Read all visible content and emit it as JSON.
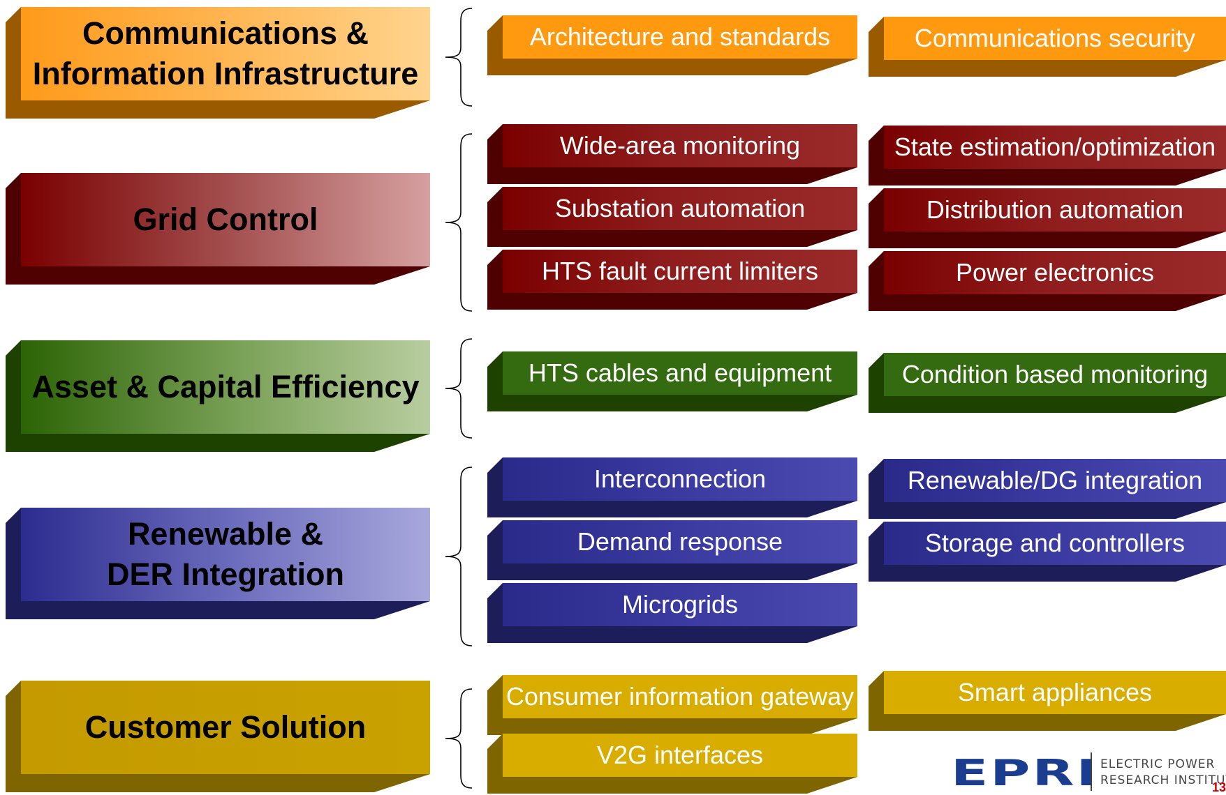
{
  "categories": {
    "comm": {
      "label": "Communications &\nInformation Infrastructure"
    },
    "grid": {
      "label": "Grid Control"
    },
    "asset": {
      "label": "Asset & Capital Efficiency"
    },
    "renew": {
      "label": "Renewable &\nDER Integration"
    },
    "cust": {
      "label": "Customer Solution"
    }
  },
  "items": {
    "comm": [
      "Architecture and standards",
      "Communications security"
    ],
    "grid": [
      "Wide-area monitoring",
      "State estimation/optimization",
      "Substation automation",
      "Distribution automation",
      "HTS fault current limiters",
      "Power electronics"
    ],
    "asset": [
      "HTS cables and equipment",
      "Condition based monitoring"
    ],
    "renew": [
      "Interconnection",
      "Renewable/DG integration",
      "Demand response",
      "Storage and controllers",
      "Microgrids"
    ],
    "cust": [
      "Consumer information gateway",
      "Smart appliances",
      "V2G interfaces"
    ]
  },
  "colors": {
    "orange": "#ff9a10",
    "red": "#8e1c1c",
    "green": "#346b10",
    "blue": "#3a3aa0",
    "gold": "#d8ad00"
  },
  "logo": {
    "mark": "EPRI",
    "name": "ELECTRIC POWER\nRESEARCH INSTITUTE"
  },
  "page_number": "13"
}
